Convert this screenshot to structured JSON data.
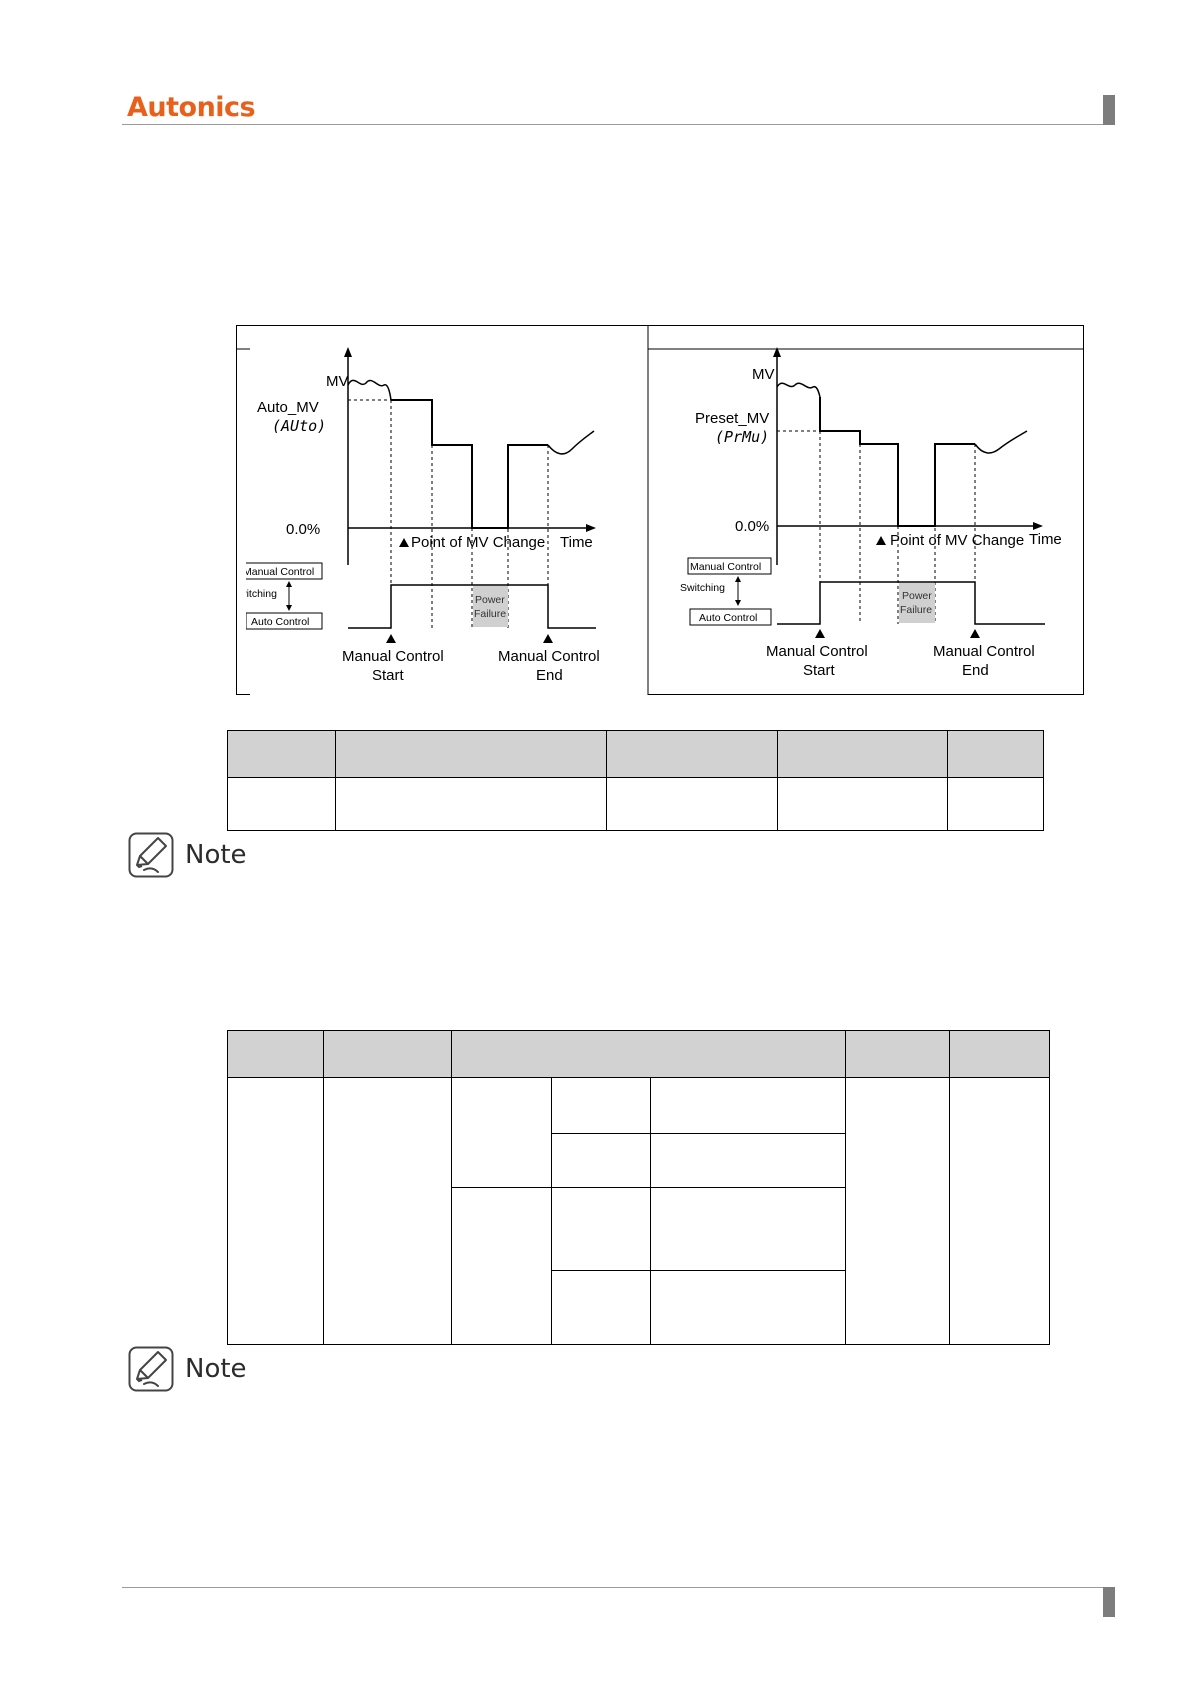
{
  "brand": {
    "logo_text": "Autonics"
  },
  "note_label": "Note",
  "diagram_left": {
    "y_label": "MV",
    "level_label": "Auto_MV",
    "level_code": "(AUto)",
    "zero_label": "0.0%",
    "point_label": "Point of MV Change",
    "time_label": "Time",
    "manual_box": "Manual Control",
    "switching": "Switching",
    "auto_box": "Auto Control",
    "power_failure_1": "Power",
    "power_failure_2": "Failure",
    "start_1": "Manual Control",
    "start_2": "Start",
    "end_1": "Manual Control",
    "end_2": "End"
  },
  "diagram_right": {
    "y_label": "MV",
    "level_label": "Preset_MV",
    "level_code": "(PrMu)",
    "zero_label": "0.0%",
    "point_label": "Point of MV Change",
    "time_label": "Time",
    "manual_box": "Manual Control",
    "switching": "Switching",
    "auto_box": "Auto Control",
    "power_failure_1": "Power",
    "power_failure_2": "Failure",
    "start_1": "Manual Control",
    "start_2": "Start",
    "end_1": "Manual Control",
    "end_2": "End"
  }
}
